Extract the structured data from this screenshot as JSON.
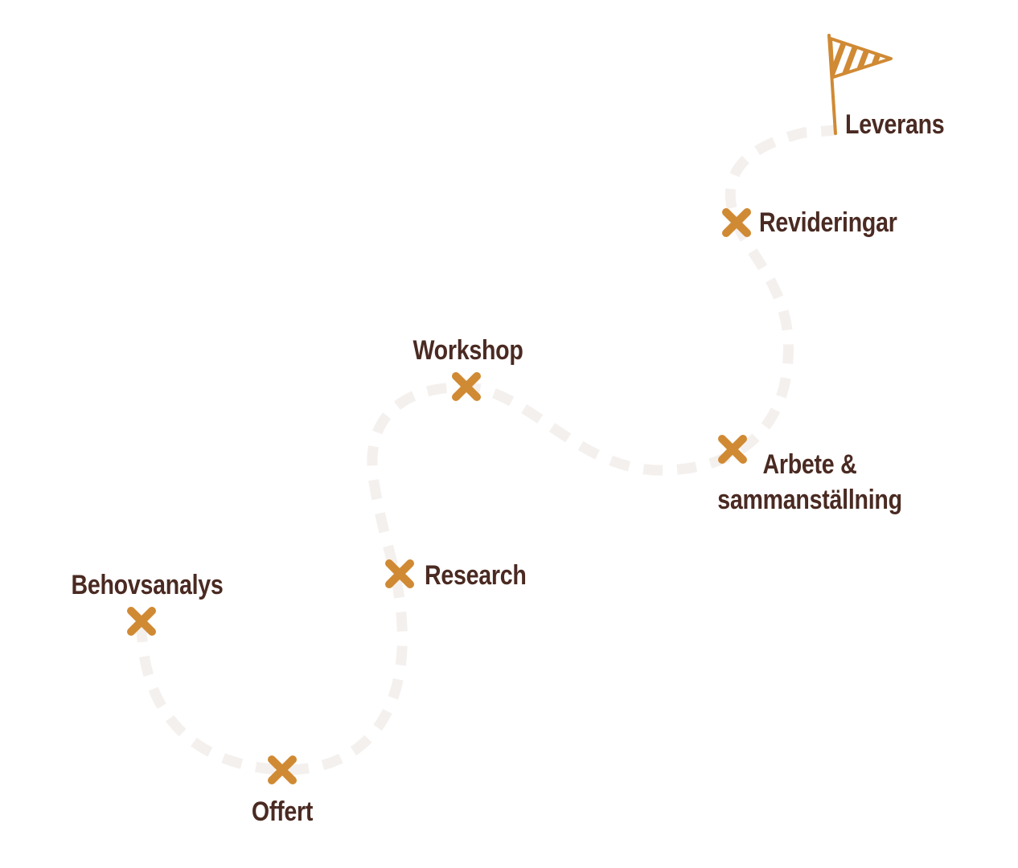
{
  "colors": {
    "accent": "#d08a34",
    "text": "#4a2a22",
    "path": "#f4f0ee"
  },
  "steps": [
    {
      "label": "Behovsanalys",
      "icon": "x-marker-icon"
    },
    {
      "label": "Offert",
      "icon": "x-marker-icon"
    },
    {
      "label": "Research",
      "icon": "x-marker-icon"
    },
    {
      "label": "Workshop",
      "icon": "x-marker-icon"
    },
    {
      "label_line1": "Arbete &",
      "label_line2": "sammanställning",
      "icon": "x-marker-icon"
    },
    {
      "label": "Revideringar",
      "icon": "x-marker-icon"
    },
    {
      "label": "Leverans",
      "icon": "striped-flag-icon"
    }
  ]
}
